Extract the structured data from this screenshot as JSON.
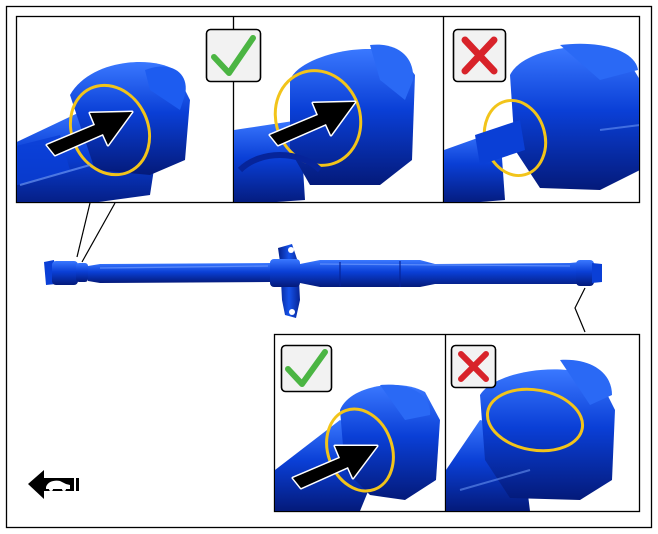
{
  "colors": {
    "part_blue": "#0a3fd6",
    "part_blue_light": "#2f6cf2",
    "part_blue_dark": "#06249a",
    "seal_yellow": "#f2c41a",
    "check_green": "#4bb543",
    "cross_red": "#d8232a",
    "frame": "#000000",
    "background": "#ffffff",
    "badge_bg": "#f2f2f2"
  },
  "icons": {
    "check": "checkmark-icon",
    "cross": "cross-icon",
    "arrow": "insert-arrow-icon",
    "vehicle_front": "vehicle-front-direction-icon"
  },
  "panels": {
    "top": [
      {
        "id": "front-correct-arrow",
        "mark": "none",
        "arrow": true
      },
      {
        "id": "front-correct",
        "mark": "check",
        "arrow": true
      },
      {
        "id": "front-incorrect",
        "mark": "cross",
        "arrow": false
      }
    ],
    "bottom": [
      {
        "id": "rear-correct",
        "mark": "check",
        "arrow": true
      },
      {
        "id": "rear-incorrect",
        "mark": "cross",
        "arrow": false
      }
    ]
  },
  "components": {
    "shaft": "propeller-shaft",
    "seal": "dust-seal-ring",
    "direction": "vehicle-front-indicator"
  }
}
